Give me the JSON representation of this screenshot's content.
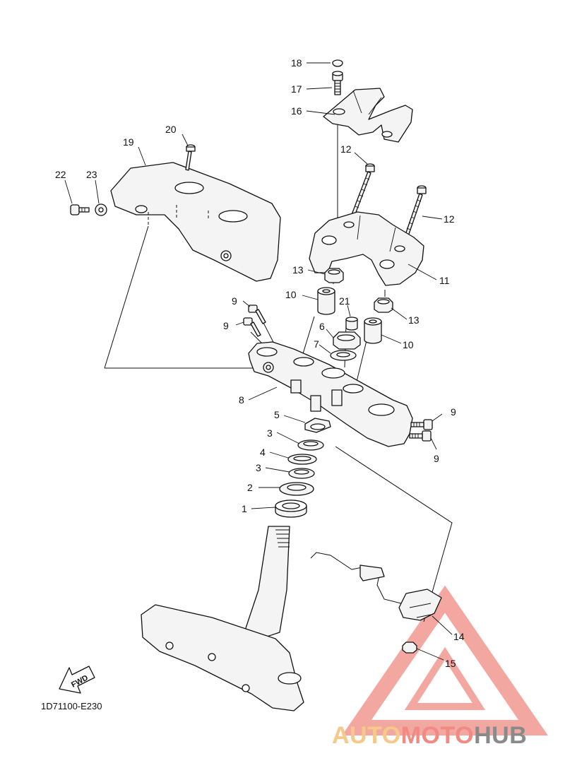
{
  "diagram_code": "1D71100-E230",
  "fwd_label": "FWD",
  "watermark": {
    "part1": "AUTO",
    "part2": "MOTO",
    "part3": "HUB",
    "colors": {
      "auto": "#f5c98a",
      "moto": "#f08a82",
      "hub": "#8a8a8a",
      "triangle": "#f08a82"
    }
  },
  "callouts": [
    {
      "id": "c18",
      "label": "18"
    },
    {
      "id": "c17",
      "label": "17"
    },
    {
      "id": "c16",
      "label": "16"
    },
    {
      "id": "c20",
      "label": "20"
    },
    {
      "id": "c19",
      "label": "19"
    },
    {
      "id": "c22",
      "label": "22"
    },
    {
      "id": "c23",
      "label": "23"
    },
    {
      "id": "c12a",
      "label": "12"
    },
    {
      "id": "c12b",
      "label": "12"
    },
    {
      "id": "c11",
      "label": "11"
    },
    {
      "id": "c13a",
      "label": "13"
    },
    {
      "id": "c13b",
      "label": "13"
    },
    {
      "id": "c10a",
      "label": "10"
    },
    {
      "id": "c10b",
      "label": "10"
    },
    {
      "id": "c21",
      "label": "21"
    },
    {
      "id": "c6",
      "label": "6"
    },
    {
      "id": "c7",
      "label": "7"
    },
    {
      "id": "c9a",
      "label": "9"
    },
    {
      "id": "c9b",
      "label": "9"
    },
    {
      "id": "c9c",
      "label": "9"
    },
    {
      "id": "c9d",
      "label": "9"
    },
    {
      "id": "c8",
      "label": "8"
    },
    {
      "id": "c5",
      "label": "5"
    },
    {
      "id": "c3a",
      "label": "3"
    },
    {
      "id": "c4",
      "label": "4"
    },
    {
      "id": "c3b",
      "label": "3"
    },
    {
      "id": "c2",
      "label": "2"
    },
    {
      "id": "c1",
      "label": "1"
    },
    {
      "id": "c14",
      "label": "14"
    },
    {
      "id": "c15",
      "label": "15"
    }
  ]
}
